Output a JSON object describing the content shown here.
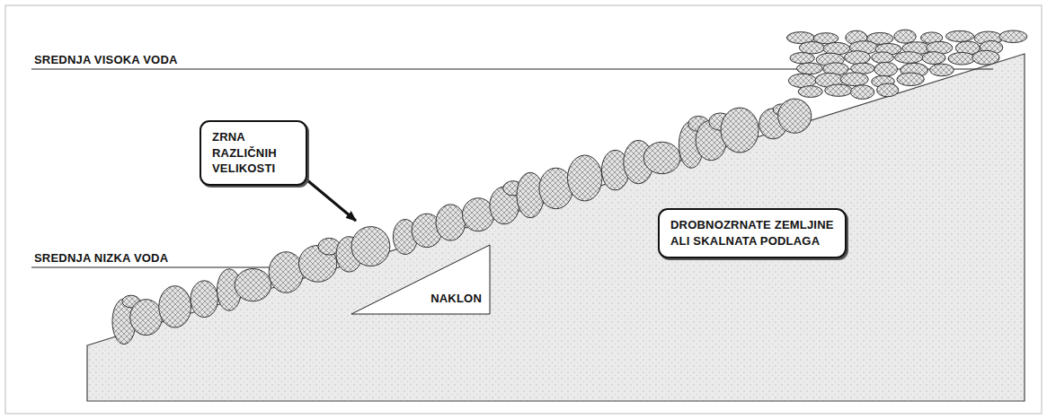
{
  "diagram": {
    "nodes": [
      {
        "text": [
          "ZRNA RAZLIČNIH VELIKOSTI"
        ]
      },
      {
        "text": [
          "NAKLON"
        ]
      },
      {
        "text": [
          "DROBNOZRNATE ZEMLJINE ALI SKALNATA PODLAGA"
        ]
      }
    ],
    "labels": [
      "SREDNJA VISOKA VODA",
      "SREDNJA NIZKA VODA"
    ]
  }
}
